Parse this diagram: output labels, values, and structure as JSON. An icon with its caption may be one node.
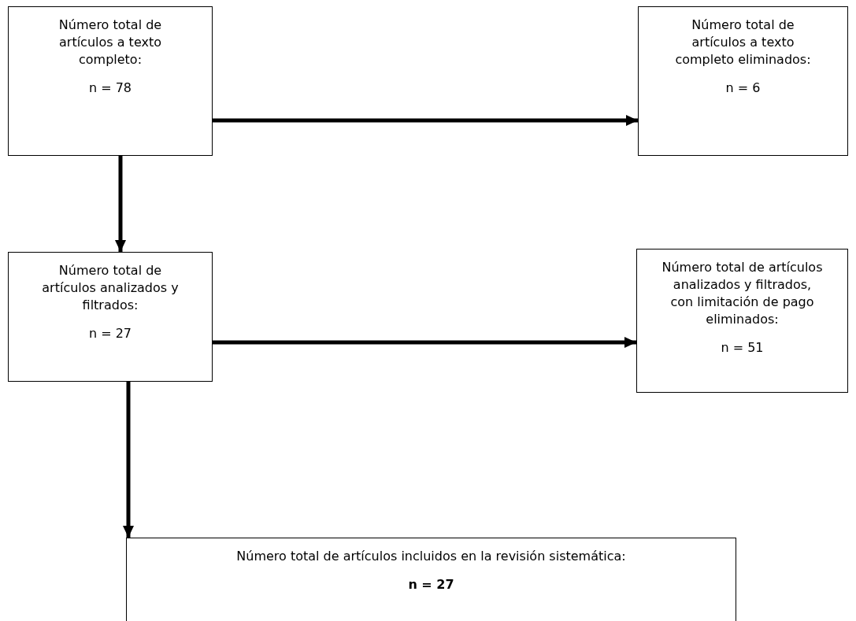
{
  "diagram": {
    "nodes": [
      {
        "text": [
          "Número total de artículos a texto completo:",
          "n = 78"
        ]
      },
      {
        "text": [
          "Número total de artículos a texto completo eliminados:",
          "n = 6"
        ]
      },
      {
        "text": [
          "Número total de artículos analizados y filtrados:",
          "n = 27"
        ]
      },
      {
        "text": [
          "Número total de artículos analizados y filtrados, con limitación de pago eliminados:",
          "n = 51"
        ]
      },
      {
        "text": [
          "Número total de artículos incluidos en la revisión sistemática:",
          "n = 27"
        ]
      }
    ],
    "edges": [
      {
        "from": 0,
        "to": 1,
        "arrow": "to"
      },
      {
        "from": 0,
        "to": 2,
        "arrow": "to"
      },
      {
        "from": 2,
        "to": 3,
        "arrow": "to"
      },
      {
        "from": 2,
        "to": 4,
        "arrow": "to"
      }
    ]
  }
}
